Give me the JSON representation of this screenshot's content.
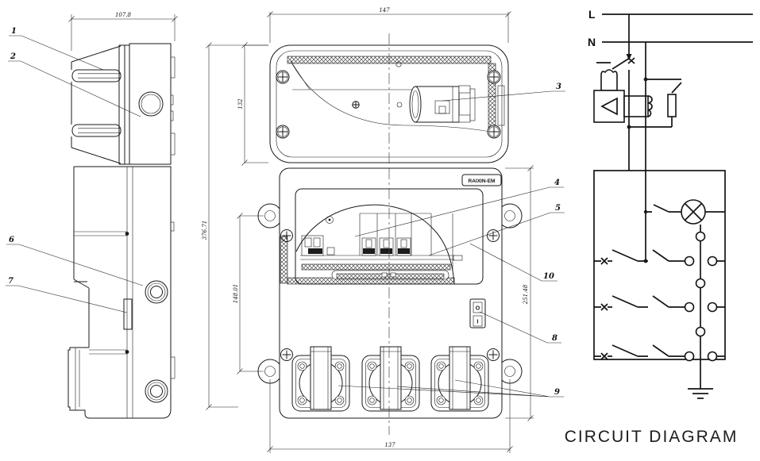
{
  "drawing": {
    "dimensions": {
      "side_depth": "107.8",
      "lid_width": "147",
      "lid_height": "132",
      "overall_height": "376.71",
      "mount_hole_vertical_spacing": "148.01",
      "body_height": "251.48",
      "mount_hole_horizontal_spacing": "137"
    },
    "callouts": {
      "c1": "1",
      "c2": "2",
      "c3": "3",
      "c4": "4",
      "c5": "5",
      "c6": "6",
      "c7": "7",
      "c8": "8",
      "c9": "9",
      "c10": "10"
    },
    "front_view": {
      "brand_label": "RAIXIN-EM",
      "switch_off_label": "O",
      "switch_on_label": "I"
    },
    "circuit": {
      "live_label": "L",
      "neutral_label": "N",
      "caption": "CIRCUIT DIAGRAM"
    },
    "colors": {
      "line": "#1a1a1a",
      "background": "#ffffff"
    }
  }
}
